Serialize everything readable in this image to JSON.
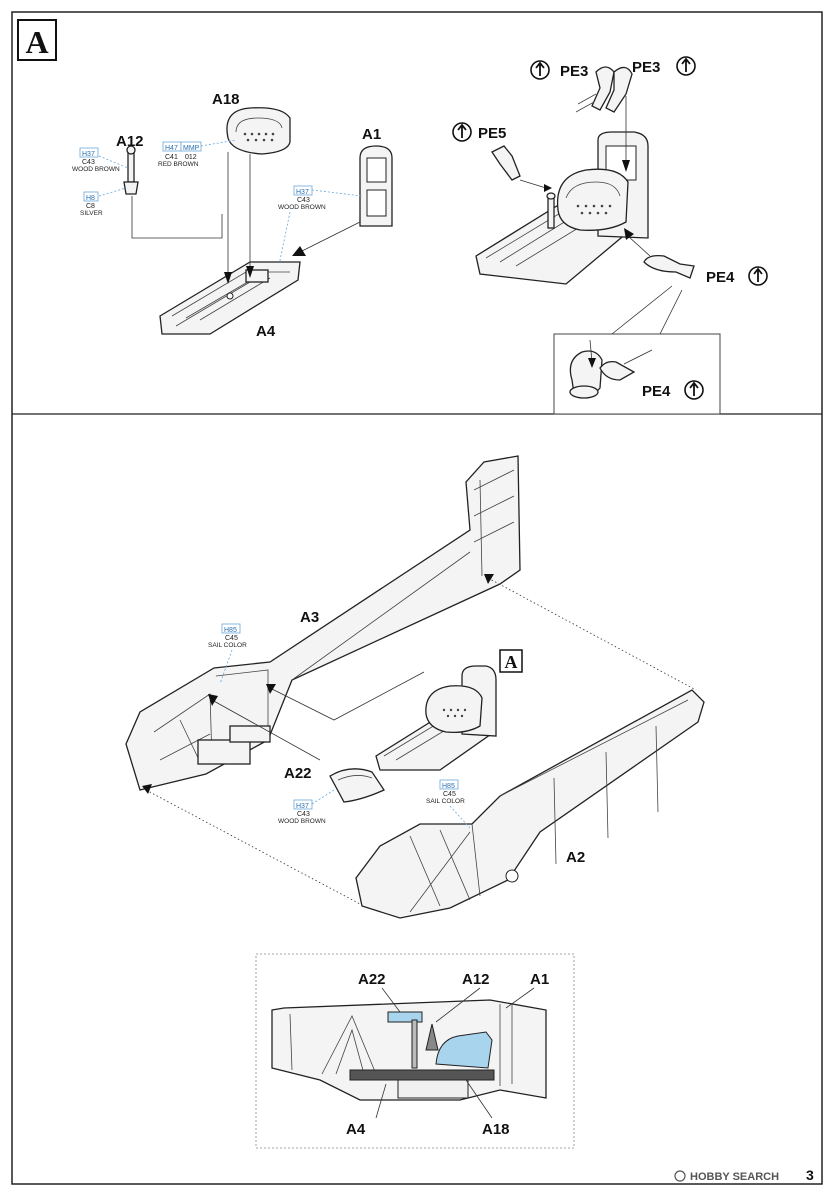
{
  "step": {
    "letter": "A"
  },
  "upper": {
    "labels": {
      "a18": "A18",
      "a12": "A12",
      "a1": "A1",
      "a4": "A4",
      "pe5": "PE5",
      "pe3_left": "PE3",
      "pe3_right": "PE3",
      "pe4": "PE4",
      "pe4_detail": "PE4"
    },
    "callouts": {
      "a12_color": {
        "h": "H37",
        "c": "C43",
        "name": "WOOD BROWN"
      },
      "a12_metal": {
        "h": "H8",
        "c": "C8",
        "name": "SILVER"
      },
      "a18_color": {
        "h": "H47",
        "c": "C41",
        "mmp": "MMP",
        "mmp_code": "012",
        "name": "RED BROWN"
      },
      "a1_color": {
        "h": "H37",
        "c": "C43",
        "name": "WOOD BROWN"
      }
    }
  },
  "lower": {
    "labels": {
      "a3": "A3",
      "a2": "A2",
      "a22": "A22",
      "sub_a": "A"
    },
    "callouts": {
      "a3_color": {
        "h": "H85",
        "c": "C45",
        "name": "SAIL COLOR"
      },
      "a22_color": {
        "h": "H37",
        "c": "C43",
        "name": "WOOD BROWN"
      },
      "a2_color": {
        "h": "H85",
        "c": "C45",
        "name": "SAIL COLOR"
      }
    },
    "inset_labels": {
      "a22": "A22",
      "a12": "A12",
      "a1": "A1",
      "a4": "A4",
      "a18": "A18"
    }
  },
  "footer": {
    "watermark": "HOBBY SEARCH",
    "page_number": "3"
  },
  "colors": {
    "line": "#222222",
    "callout": "#2a6fb0",
    "inset_fill": "#a8d4ee",
    "floor_fill": "#555555"
  }
}
